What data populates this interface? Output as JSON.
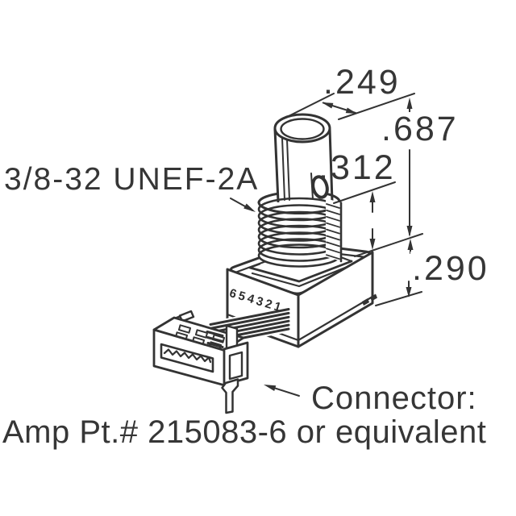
{
  "meta": {
    "kind": "technical line drawing",
    "subject": "panel-mount potentiometer with threaded bushing and wire connector"
  },
  "colors": {
    "background": "#ffffff",
    "line": "#333333",
    "text": "#363636"
  },
  "labels": {
    "thread_spec": "3/8-32 UNEF-2A",
    "connector_title": "Connector:",
    "connector_part": "Amp Pt.# 215083-6 or equivalent",
    "pin_numbers": "654321"
  },
  "dimensions": {
    "shaft_diameter": ".249",
    "overall_height": ".687",
    "thread_length": ".312",
    "body_height": ".290"
  }
}
